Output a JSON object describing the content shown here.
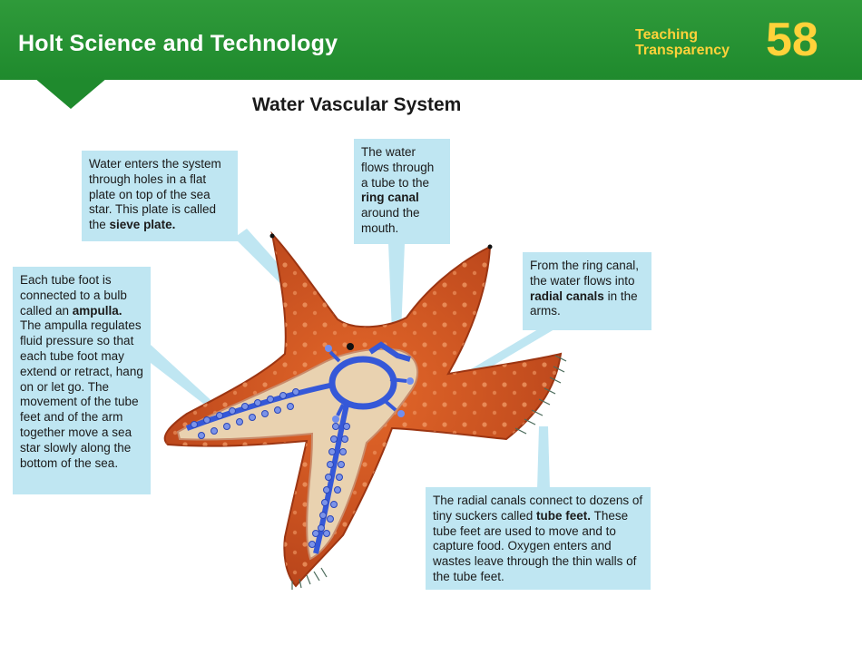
{
  "header": {
    "brand": "Holt Science and Technology",
    "label_line1": "Teaching",
    "label_line2": "Transparency",
    "number": "58"
  },
  "title": "Water Vascular System",
  "callouts": {
    "sieve_plate": {
      "text": "Water enters the system through holes in a flat plate on top of the sea star. This plate is called the ",
      "term": "sieve plate."
    },
    "ring_canal": {
      "text_before": "The water flows through a tube to the ",
      "term": "ring canal",
      "text_after": " around the mouth."
    },
    "radial_canals": {
      "text_before": "From the ring canal, the water flows into ",
      "term": "radial canals",
      "text_after": " in the arms."
    },
    "ampulla": {
      "text_before": "Each tube foot is connected to a bulb called an ",
      "term": "ampulla.",
      "text_after": " The ampulla regulates fluid pressure so that each tube foot may extend or retract, hang on or let go. The movement of the tube feet and of the arm together move a sea star slowly along the bottom of the sea."
    },
    "tube_feet": {
      "text_before": "The radial canals connect to dozens of tiny suckers called ",
      "term": "tube feet.",
      "text_after": " These tube feet are used to move and to capture food. Oxygen enters and wastes leave through the thin walls of the tube feet."
    }
  },
  "colors": {
    "banner_green": "#1f8a2d",
    "banner_text_yellow": "#ffd23a",
    "callout_blue": "#bfe6f2",
    "starfish_orange": "#d4561e",
    "canal_blue": "#3558d8",
    "interior_tan": "#e9d2b0"
  }
}
